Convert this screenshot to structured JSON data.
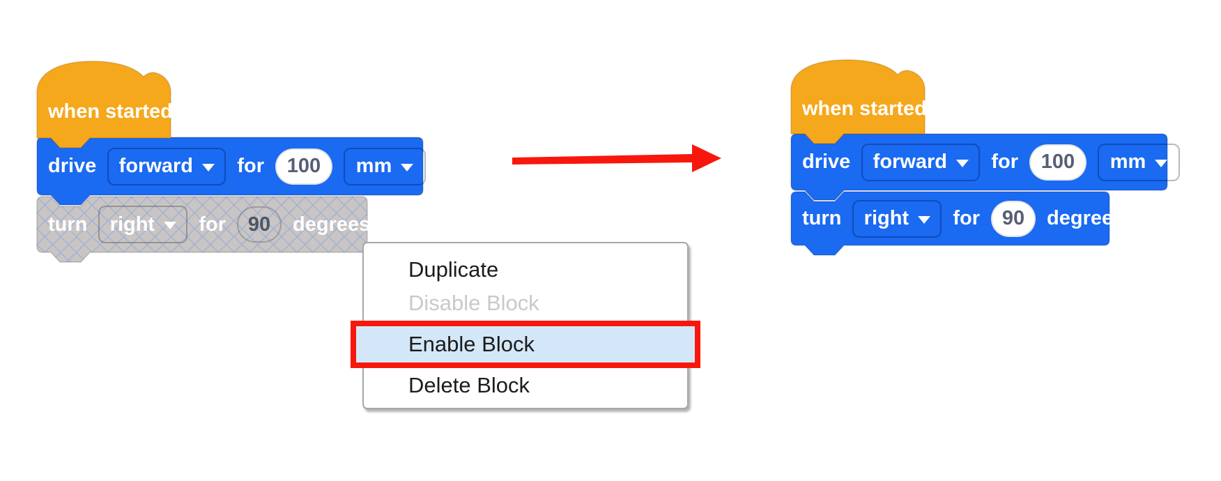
{
  "colors": {
    "block-blue": "#1A6AF2",
    "hat-orange": "#F5A81B",
    "disabled-gray": "#C8C5C2",
    "hatch-line": "#9FAEDC",
    "menu-highlight": "#D4E7F8",
    "annotation-red": "#F8170D",
    "value-text": "#575E75"
  },
  "before_stack": {
    "hat_label": "when started",
    "drive_block": {
      "verb": "drive",
      "direction": "forward",
      "for_label": "for",
      "distance": "100",
      "unit": "mm",
      "state": "enabled"
    },
    "turn_block": {
      "verb": "turn",
      "direction": "right",
      "for_label": "for",
      "angle": "90",
      "unit_label": "degrees",
      "state": "disabled"
    }
  },
  "context_menu": {
    "items": [
      {
        "label": "Duplicate",
        "state": "normal"
      },
      {
        "label": "Disable Block",
        "state": "disabled"
      },
      {
        "label": "Enable Block",
        "state": "highlighted"
      },
      {
        "label": "Delete Block",
        "state": "normal"
      }
    ]
  },
  "after_stack": {
    "hat_label": "when started",
    "drive_block": {
      "verb": "drive",
      "direction": "forward",
      "for_label": "for",
      "distance": "100",
      "unit": "mm",
      "state": "enabled"
    },
    "turn_block": {
      "verb": "turn",
      "direction": "right",
      "for_label": "for",
      "angle": "90",
      "unit_label": "degrees",
      "state": "enabled"
    }
  }
}
